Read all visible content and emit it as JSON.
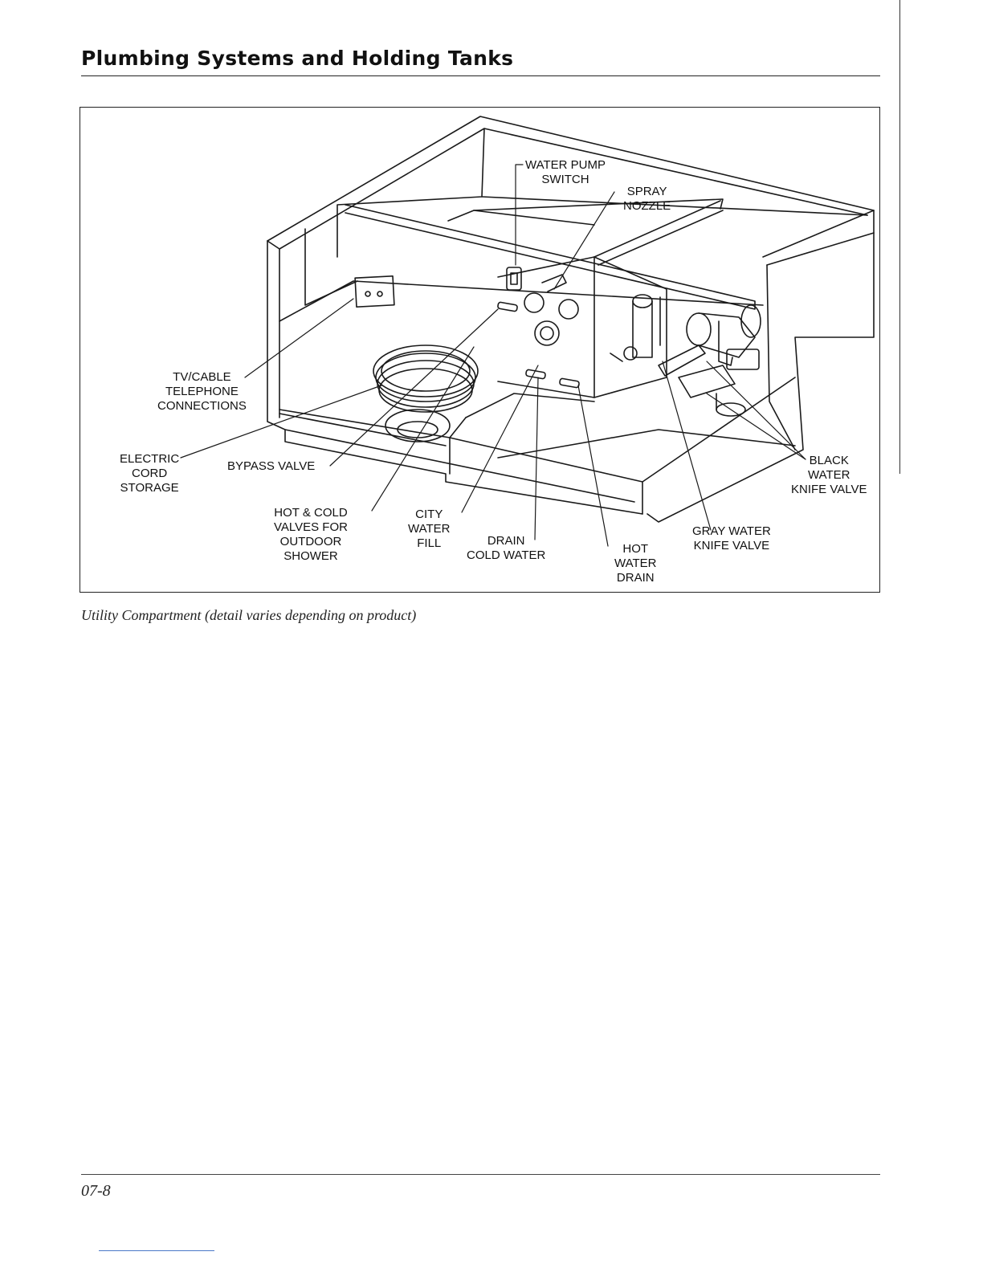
{
  "header": {
    "title": "Plumbing Systems and Holding Tanks"
  },
  "figure": {
    "labels": {
      "water_pump_switch": "WATER PUMP\nSWITCH",
      "spray_nozzle": "SPRAY\nNOZZLE",
      "tv_cable": "TV/CABLE\nTELEPHONE\nCONNECTIONS",
      "electric_cord": "ELECTRIC\nCORD\nSTORAGE",
      "bypass_valve": "BYPASS VALVE",
      "hot_cold_valves": "HOT & COLD\nVALVES FOR\nOUTDOOR\nSHOWER",
      "city_water": "CITY\nWATER\nFILL",
      "drain_cold": "DRAIN\nCOLD WATER",
      "hot_water_drain": "HOT\nWATER\nDRAIN",
      "gray_water": "GRAY WATER\nKNIFE VALVE",
      "black_water": "BLACK\nWATER\nKNIFE VALVE"
    },
    "caption": "Utility Compartment (detail varies depending on product)"
  },
  "footer": {
    "page_number": "07-8"
  }
}
